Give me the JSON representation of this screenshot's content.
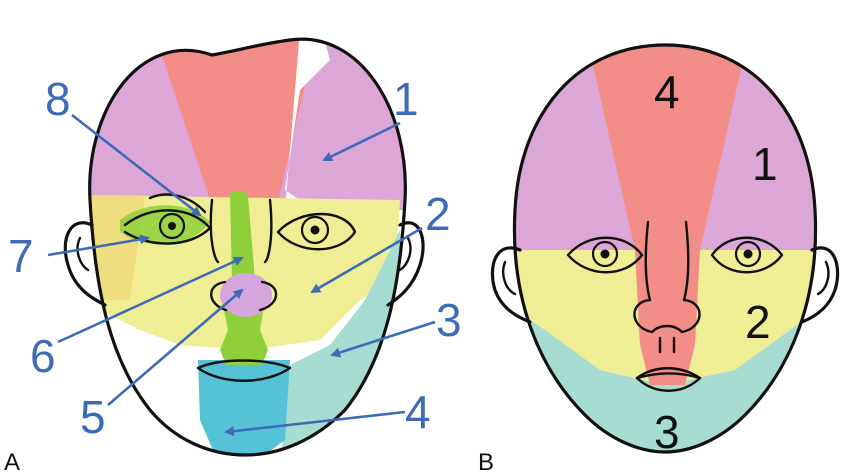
{
  "panels": [
    {
      "letter": "A",
      "labels": [
        "1",
        "2",
        "3",
        "4",
        "5",
        "6",
        "7",
        "8"
      ]
    },
    {
      "letter": "B",
      "labels": [
        "1",
        "2",
        "3",
        "4"
      ]
    }
  ],
  "colors": {
    "zone_pink": "#f28d88",
    "zone_lilac": "#dca6d6",
    "zone_yellow": "#efee94",
    "zone_teal": "#a6dcd2",
    "nose_green": "#8fd03a",
    "chin_blue": "#56c2d8",
    "nostril_lilac": "#d6a5dc",
    "label_blue": "#3d6bb8"
  }
}
